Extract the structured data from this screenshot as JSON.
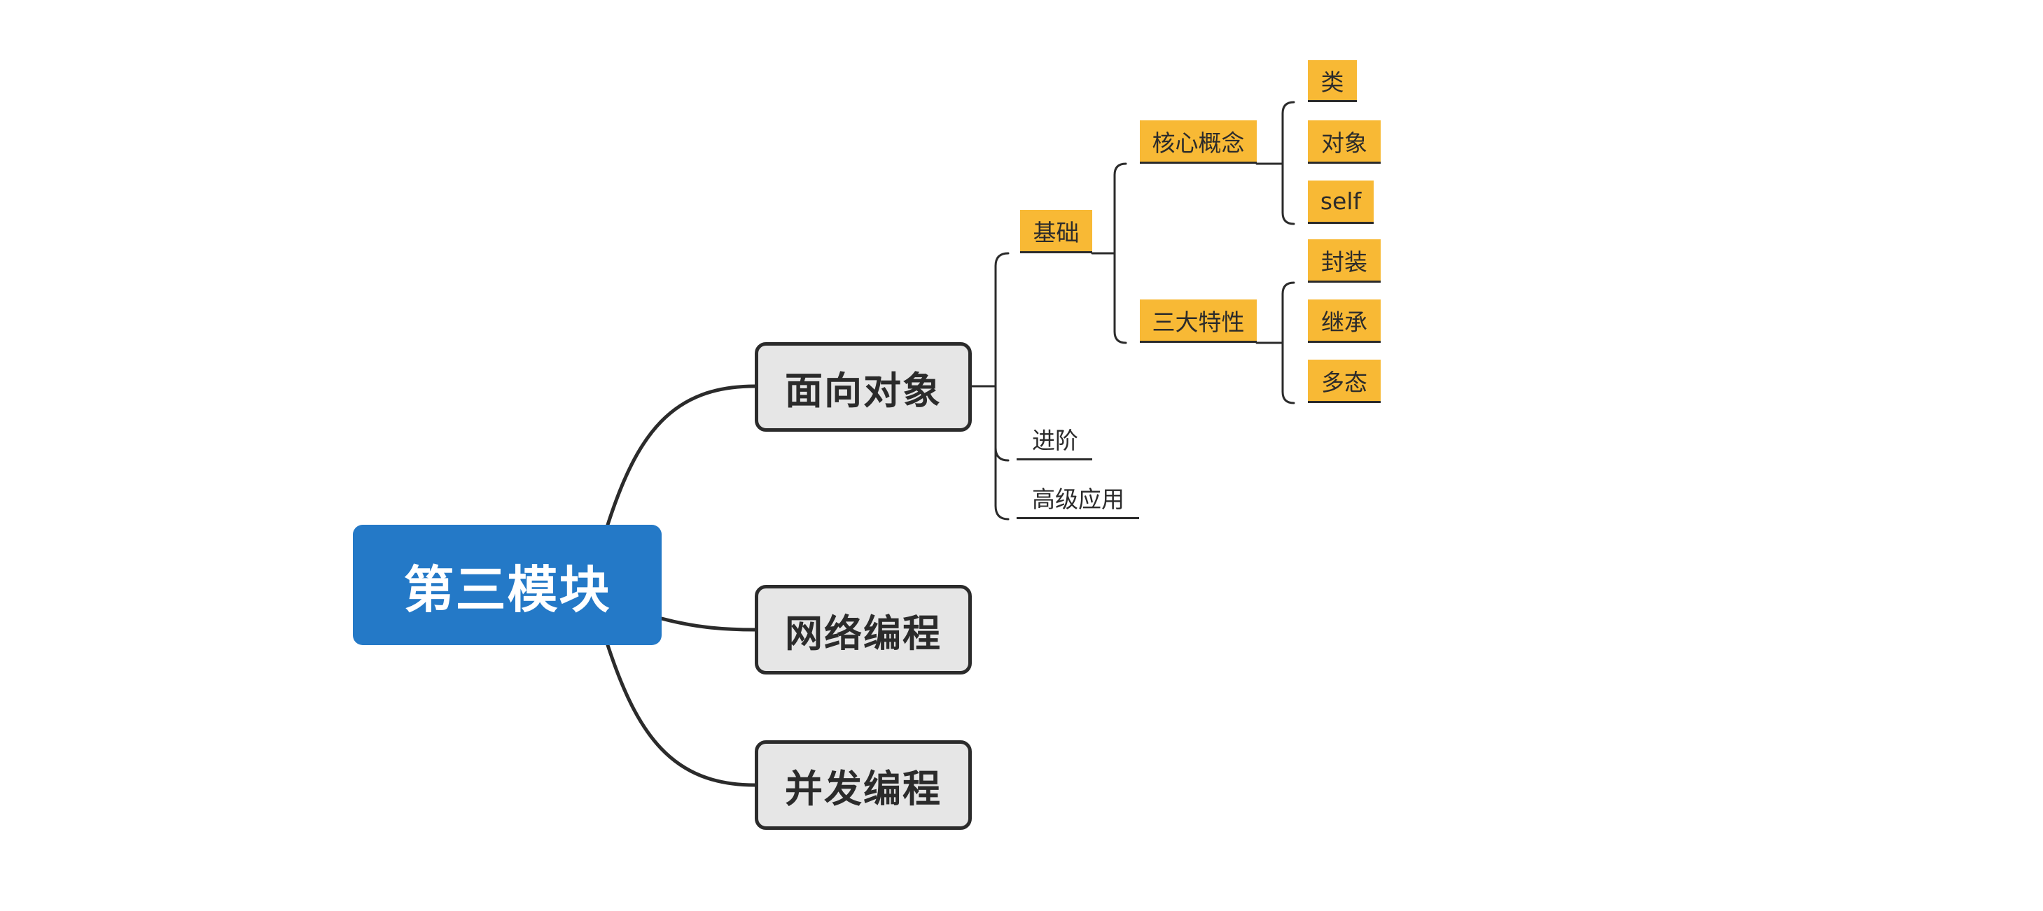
{
  "mindmap": {
    "root": {
      "label": "第三模块",
      "color": "#2479c7"
    },
    "main_topics": [
      {
        "label": "面向对象"
      },
      {
        "label": "网络编程"
      },
      {
        "label": "并发编程"
      }
    ],
    "oop": {
      "basics": {
        "label": "基础",
        "core_concepts": {
          "label": "核心概念",
          "items": [
            "类",
            "对象",
            "self"
          ]
        },
        "three_features": {
          "label": "三大特性",
          "items": [
            "封装",
            "继承",
            "多态"
          ]
        }
      },
      "advanced": {
        "label": "进阶"
      },
      "applications": {
        "label": "高级应用"
      }
    },
    "colors": {
      "topic_fill": "#e6e6e6",
      "tag_fill": "#f8b935",
      "line": "#2b2b2b"
    }
  }
}
